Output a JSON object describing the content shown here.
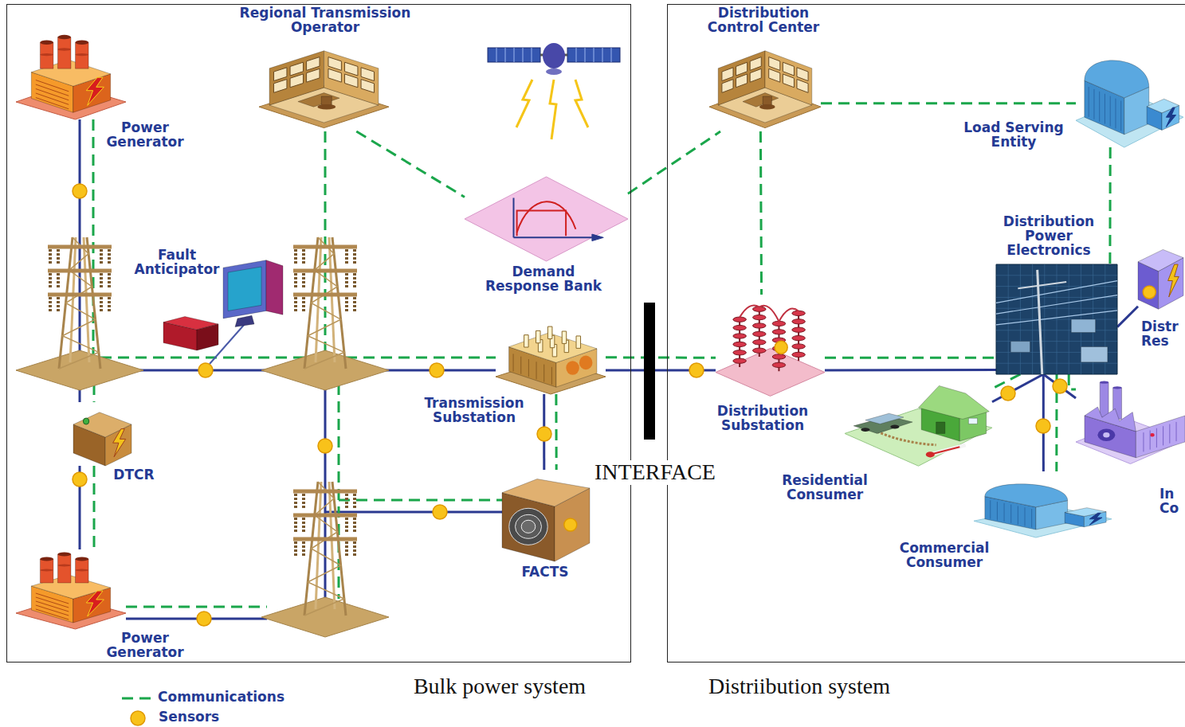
{
  "diagram": {
    "nodes": [
      {
        "text": [
          "Bulk power system"
        ]
      },
      {
        "text": [
          "Power Generator"
        ],
        "in": 0
      },
      {
        "text": [
          "Regional Transmission Operator"
        ],
        "in": 0
      },
      {
        "text": [
          "Demand Response Bank"
        ],
        "in": 0
      },
      {
        "text": [
          "Fault Anticipator"
        ],
        "in": 0
      },
      {
        "text": [
          "Transmission Substation"
        ],
        "in": 0
      },
      {
        "text": [
          "DTCR"
        ],
        "in": 0
      },
      {
        "text": [
          "FACTS"
        ],
        "in": 0
      },
      {
        "text": [
          "Power Generator"
        ],
        "in": 0
      },
      {
        "text": [
          "Distriibution system"
        ]
      },
      {
        "text": [
          "Distribution Control Center"
        ],
        "in": 9
      },
      {
        "text": [
          "Load Serving Entity"
        ],
        "in": 9
      },
      {
        "text": [
          "Distribution Power Electronics"
        ],
        "in": 9
      },
      {
        "text": [
          "Distr Res"
        ],
        "in": 9
      },
      {
        "text": [
          "Distribution Substation"
        ],
        "in": 9
      },
      {
        "text": [
          "Residential Consumer"
        ],
        "in": 9
      },
      {
        "text": [
          "Commercial Consumer"
        ],
        "in": 9
      },
      {
        "text": [
          "In Co"
        ],
        "in": 9
      }
    ],
    "edges": [
      {
        "from": 2,
        "to": 3,
        "arrow": "none"
      },
      {
        "from": 3,
        "to": 10,
        "arrow": "none"
      },
      {
        "from": 10,
        "to": 11,
        "arrow": "none"
      },
      {
        "from": 10,
        "to": 14,
        "arrow": "none"
      },
      {
        "from": 11,
        "to": 12,
        "arrow": "none"
      },
      {
        "from": 5,
        "to": 7,
        "arrow": "none"
      },
      {
        "from": 5,
        "to": 7,
        "arrow": "none"
      },
      {
        "from": 5,
        "to": 14,
        "arrow": "none"
      },
      {
        "from": 5,
        "to": 14,
        "arrow": "none"
      },
      {
        "from": 14,
        "to": 12,
        "arrow": "none"
      },
      {
        "from": 14,
        "to": 12,
        "arrow": "none"
      },
      {
        "from": 12,
        "to": 15,
        "arrow": "none"
      },
      {
        "from": 12,
        "to": 15,
        "arrow": "none"
      },
      {
        "from": 12,
        "to": 16,
        "arrow": "none"
      },
      {
        "from": 12,
        "to": 16,
        "arrow": "none"
      },
      {
        "from": 12,
        "to": 17,
        "arrow": "none"
      },
      {
        "from": 12,
        "to": 17,
        "arrow": "none"
      },
      {
        "from": 12,
        "to": 13,
        "arrow": "none"
      }
    ],
    "labels": [
      "INTERFACE"
    ],
    "legend": [
      {
        "text": "Communications"
      },
      {
        "text": "Sensors"
      }
    ]
  }
}
